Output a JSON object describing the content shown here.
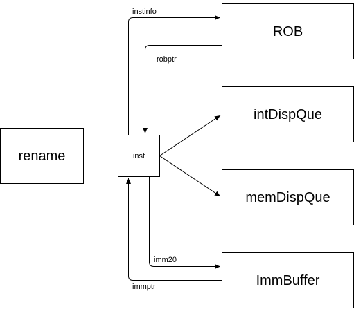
{
  "nodes": {
    "rename": "rename",
    "inst": "inst",
    "rob": "ROB",
    "int_disp_que": "intDispQue",
    "mem_disp_que": "memDispQue",
    "imm_buffer": "ImmBuffer"
  },
  "edges": {
    "instinfo": "instinfo",
    "robptr": "robptr",
    "imm20": "imm20",
    "immptr": "immptr"
  },
  "colors": {
    "stroke": "#000000",
    "fill": "#ffffff"
  }
}
